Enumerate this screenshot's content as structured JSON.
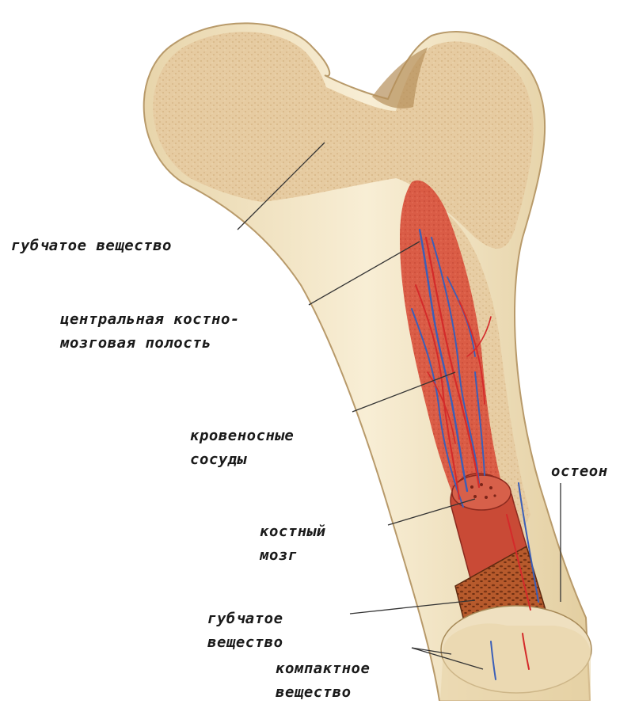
{
  "labels": {
    "spongy_top": [
      "губчатое вещество"
    ],
    "medullary_cavity": [
      "центральная костно-",
      "мозговая полость"
    ],
    "blood_vessels": [
      "кровеносные",
      "сосуды"
    ],
    "bone_marrow": [
      "костный",
      "мозг"
    ],
    "spongy_bottom": [
      "губчатое",
      "вещество"
    ],
    "compact": [
      "компактное",
      "вещество"
    ],
    "osteon": [
      "остеон"
    ]
  },
  "colors": {
    "spongy_bone": "#e9cfa6",
    "compact_bone": "#f6ead0",
    "marrow": "#d9553f",
    "artery": "#d42a2a",
    "vein": "#3b5fb8",
    "leader_line": "#333333"
  }
}
